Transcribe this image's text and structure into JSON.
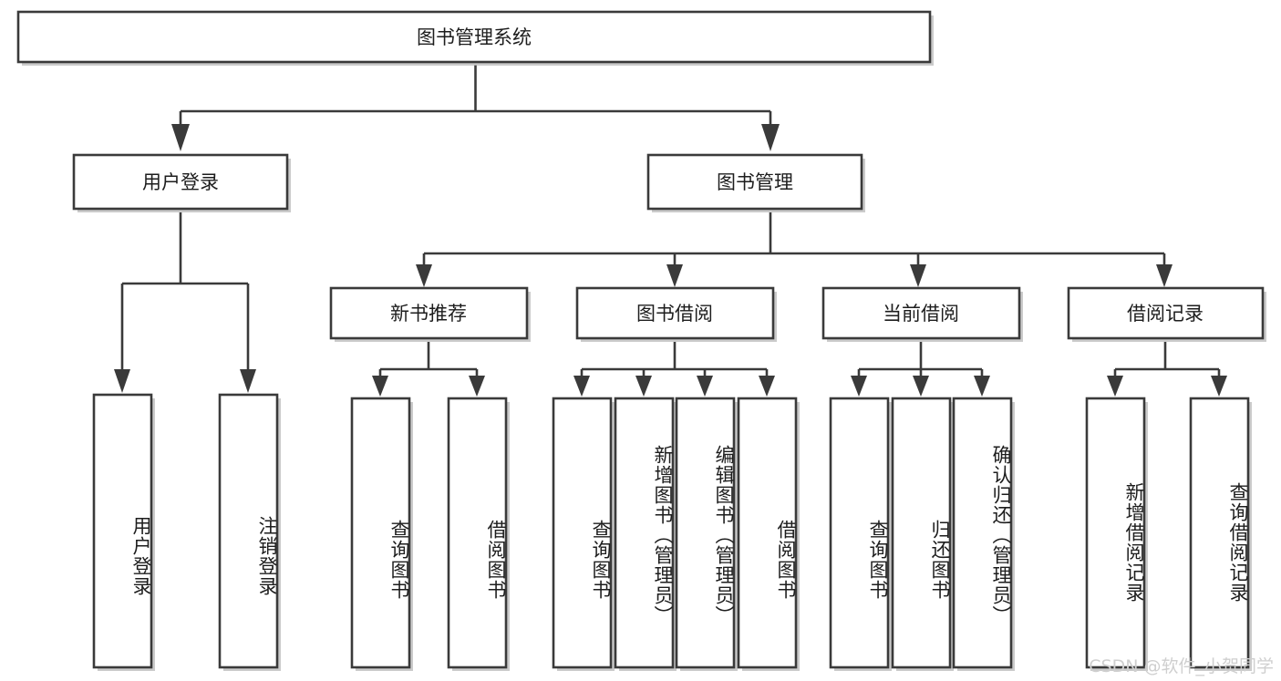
{
  "diagram": {
    "title": "图书管理系统",
    "type": "hierarchy-tree",
    "watermark": "CSDN @软件_小贺同学",
    "colors": {
      "box_fill": "#ffffff",
      "box_stroke": "#3a3a3a",
      "text": "#1d1d1d",
      "shadow": "#b9b9b9",
      "watermark": "#cfcfcf",
      "background": "#ffffff"
    },
    "levels": {
      "root": {
        "label": "图书管理系统"
      },
      "level2": [
        {
          "label": "用户登录"
        },
        {
          "label": "图书管理"
        }
      ],
      "level3": [
        {
          "label": "新书推荐"
        },
        {
          "label": "图书借阅"
        },
        {
          "label": "当前借阅"
        },
        {
          "label": "借阅记录"
        }
      ],
      "leaves": {
        "user_login": [
          {
            "label": "用户登录"
          },
          {
            "label": "注销登录"
          }
        ],
        "new_book_recommend": [
          {
            "label": "查询图书"
          },
          {
            "label": "借阅图书"
          }
        ],
        "book_borrow": [
          {
            "label": "查询图书"
          },
          {
            "label": "新增图书（管理员）"
          },
          {
            "label": "编辑图书（管理员）"
          },
          {
            "label": "借阅图书"
          }
        ],
        "current_borrow": [
          {
            "label": "查询图书"
          },
          {
            "label": "归还图书"
          },
          {
            "label": "确认归还（管理员）"
          }
        ],
        "borrow_record": [
          {
            "label": "新增借阅记录"
          },
          {
            "label": "查询借阅记录"
          }
        ]
      }
    }
  }
}
